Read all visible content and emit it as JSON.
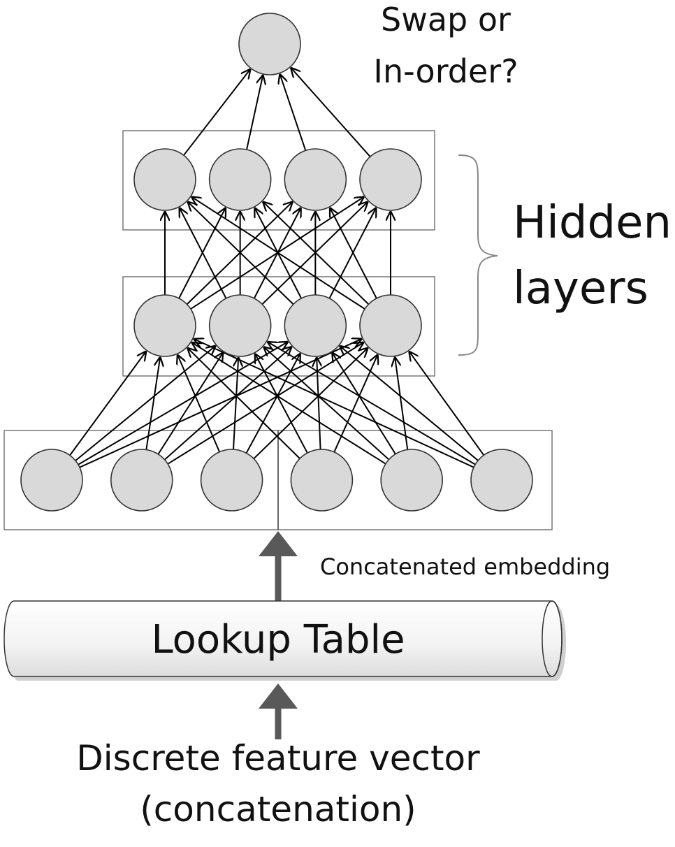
{
  "labels": {
    "output_line1": "Swap or",
    "output_line2": "In-order?",
    "hidden_line1": "Hidden",
    "hidden_line2": "layers",
    "embedding": "Concatenated embedding",
    "lookup": "Lookup Table",
    "input_line1": "Discrete feature  vector",
    "input_line2": "(concatenation)"
  },
  "network": {
    "input_nodes": 6,
    "hidden_layer_1_nodes": 4,
    "hidden_layer_2_nodes": 4,
    "output_nodes": 1,
    "connectivity": "fully-connected"
  },
  "colors": {
    "node_fill": "#d9d9d9",
    "node_stroke": "#333333",
    "edge": "#000000",
    "box_stroke": "#777777",
    "arrow_fill": "#595959",
    "cylinder_fill": "#f2f2f2"
  }
}
